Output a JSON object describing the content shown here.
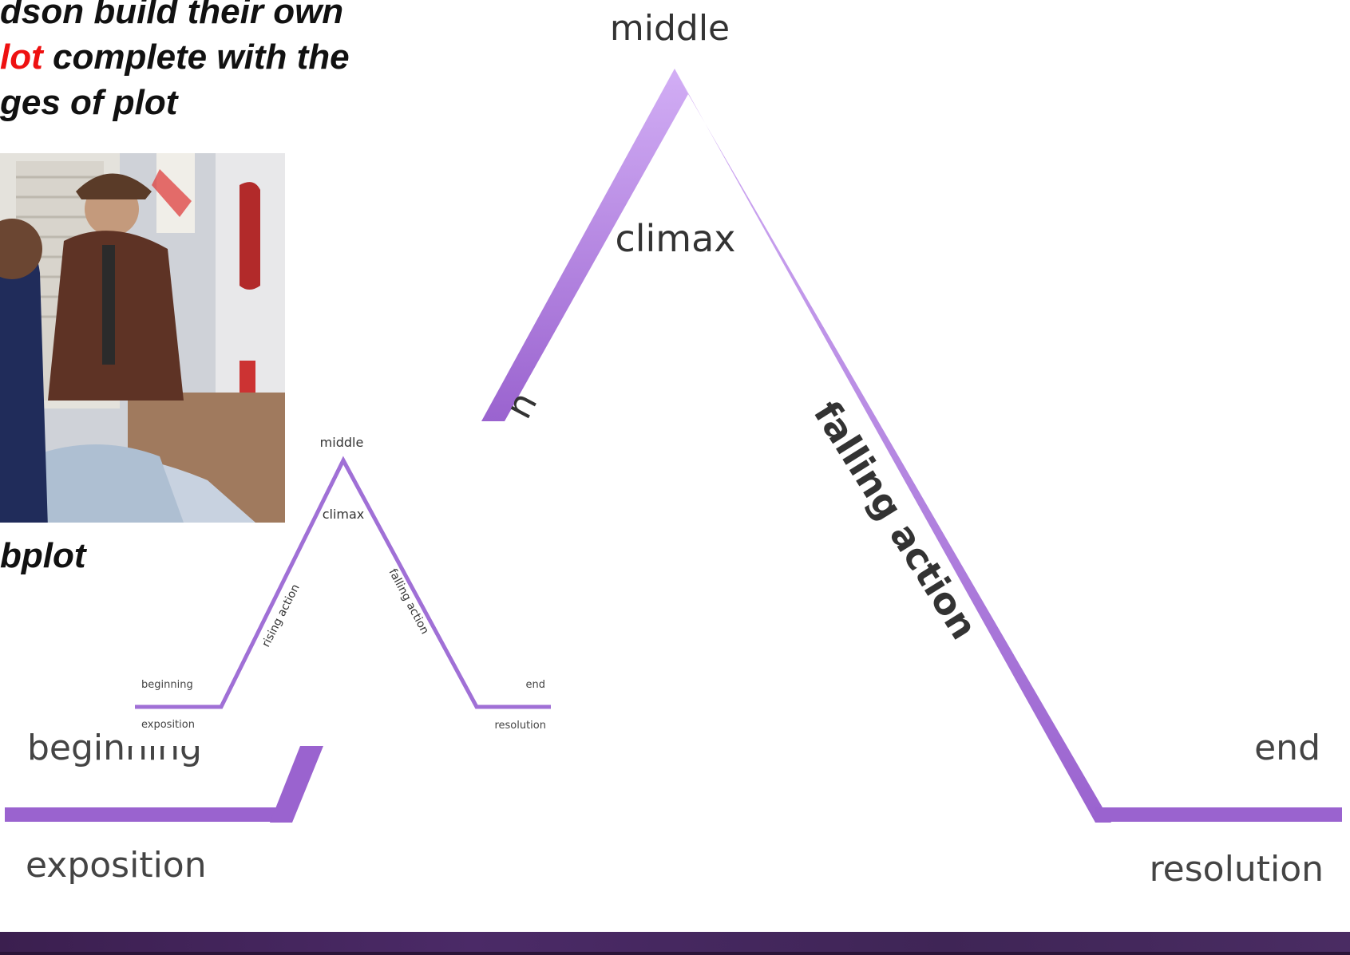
{
  "heading": {
    "line1": "dson build their own",
    "line2_red": "lot",
    "line2_rest": " complete with the",
    "line3": "ges of plot"
  },
  "subplot_text": "bplot",
  "big_diagram": {
    "middle": "middle",
    "climax": "climax",
    "rising_fragment": "n",
    "falling_action": "falling action",
    "beginning": "beginning",
    "end": "end",
    "exposition": "exposition",
    "resolution": "resolution"
  },
  "small_diagram": {
    "middle": "middle",
    "climax": "climax",
    "rising_action": "rising action",
    "falling_action": "falling action",
    "beginning": "beginning",
    "end": "end",
    "exposition": "exposition",
    "resolution": "resolution"
  },
  "colors": {
    "line_purple": "#9966cc",
    "line_light": "#cfa8f0",
    "heading_red": "#ee1111",
    "bar": "#3f2556"
  }
}
